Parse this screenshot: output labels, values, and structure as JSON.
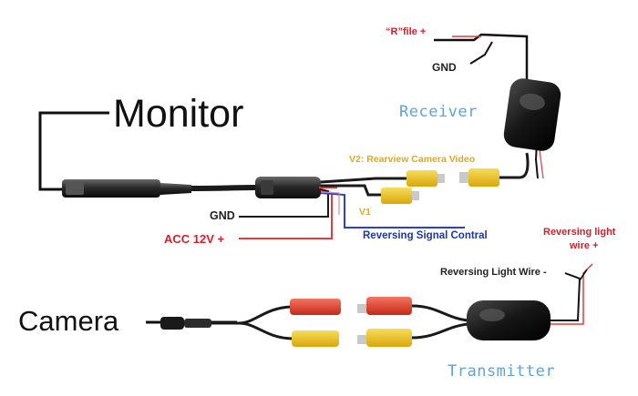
{
  "labels": {
    "monitor": "Monitor",
    "camera": "Camera",
    "receiver": "Receiver",
    "transmitter": "Transmitter",
    "r_file": "“R”file +",
    "gnd_top": "GND",
    "v2": "V2: Rearview Camera Video",
    "v1": "V1",
    "gnd": "GND",
    "acc": "ACC 12V +",
    "reversing_signal": "Reversing Signal Contral",
    "reversing_light_plus_1": "Reversing light",
    "reversing_light_plus_2": "wire +",
    "reversing_light_wire": "Reversing Light Wire -"
  },
  "colors": {
    "wire_black": "#111111",
    "wire_red": "#e53b3b",
    "wire_blue": "#2b3fd0",
    "rca_yellow": "#f0c419",
    "rca_red": "#e8412e",
    "label_red": "#d4202a",
    "label_blue": "#1f36a8",
    "label_yellow": "#e0a910",
    "module_accent": "#5fa3da"
  }
}
